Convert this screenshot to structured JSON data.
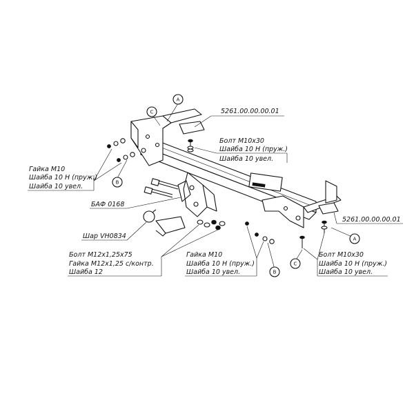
{
  "labels": {
    "part_no_top": "5261.00.00.00.01",
    "part_no_right": "5261.00.00.00.01",
    "bolt_top": "Болт М10х30",
    "washer_spring_top": "Шайба 10 Н (пруж.)",
    "washer_wide_top": "Шайба 10 увел.",
    "nut_left": "Гайка М10",
    "washer_spring_left": "Шайба 10 Н (пруж.)",
    "washer_wide_left": "Шайба 10 увел.",
    "baf": "БАФ 0168",
    "ball": "Шар VH0834",
    "bolt_m12": "Болт М12х1,25х75",
    "nut_m12": "Гайка М12х1,25 с/контр.",
    "washer_12": "Шайба 12",
    "nut_mid": "Гайка М10",
    "washer_spring_mid": "Шайба 10 Н (пруж.)",
    "washer_wide_mid": "Шайба 10 увел.",
    "bolt_right": "Болт М10х30",
    "washer_spring_right": "Шайба 10 Н (пруж.)",
    "washer_wide_right": "Шайба 10 увел."
  },
  "circle_markers": {
    "a_top": "A",
    "c_top": "C",
    "b_left": "B",
    "b_mid": "B",
    "c_bottom": "C",
    "a_right": "A"
  }
}
